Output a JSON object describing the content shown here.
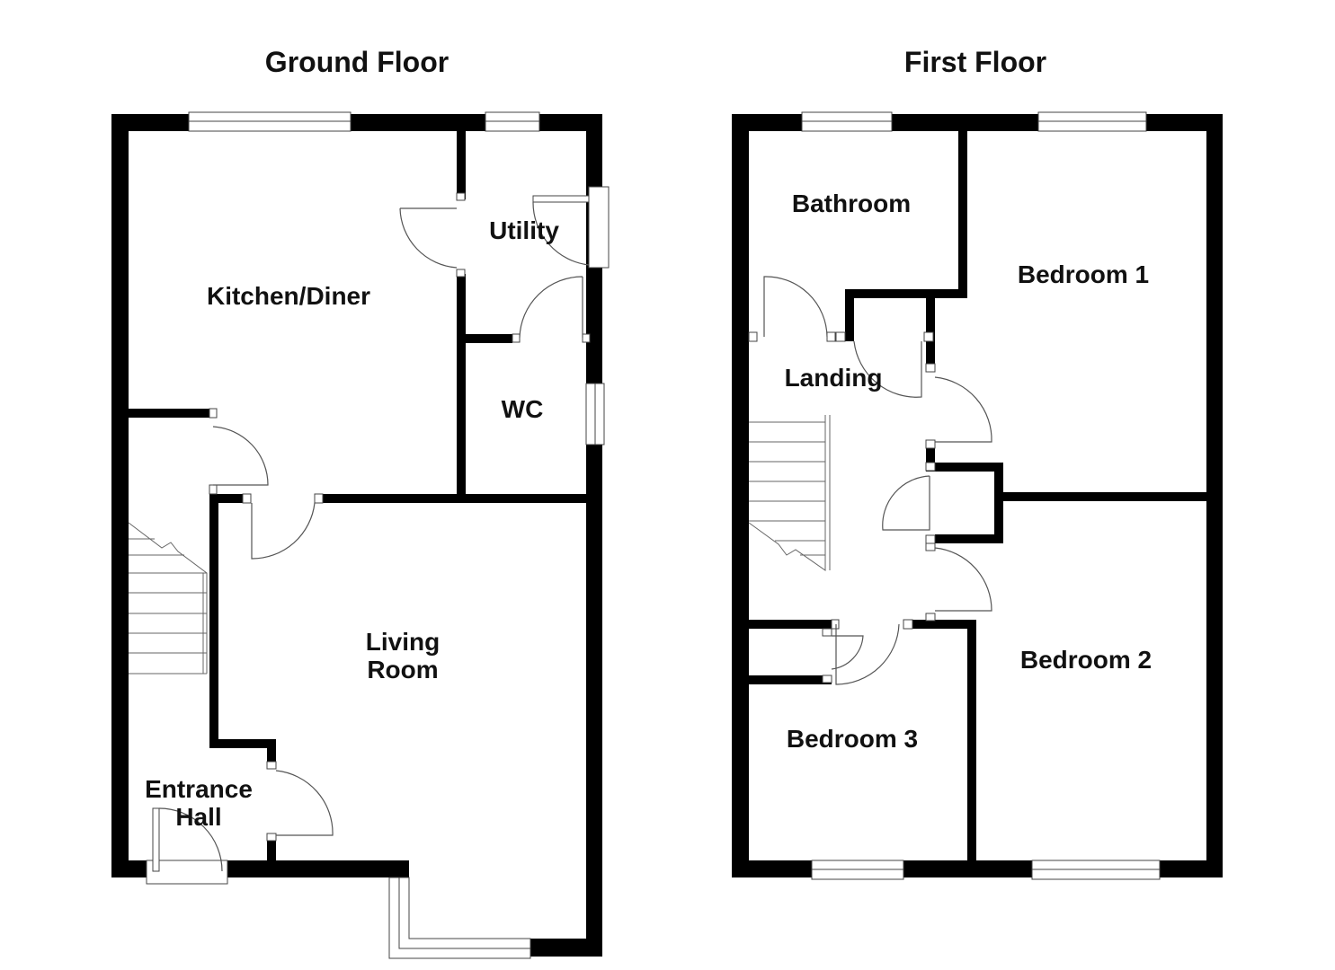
{
  "floors": [
    {
      "title": "Ground Floor",
      "rooms": {
        "kitchen": "Kitchen/Diner",
        "utility": "Utility",
        "wc": "WC",
        "living_1": "Living",
        "living_2": "Room",
        "hall_1": "Entrance",
        "hall_2": "Hall"
      }
    },
    {
      "title": "First Floor",
      "rooms": {
        "bathroom": "Bathroom",
        "bedroom1": "Bedroom 1",
        "landing": "Landing",
        "bedroom2": "Bedroom 2",
        "bedroom3": "Bedroom 3"
      }
    }
  ],
  "colors": {
    "wall": "#000000",
    "background": "#ffffff"
  }
}
